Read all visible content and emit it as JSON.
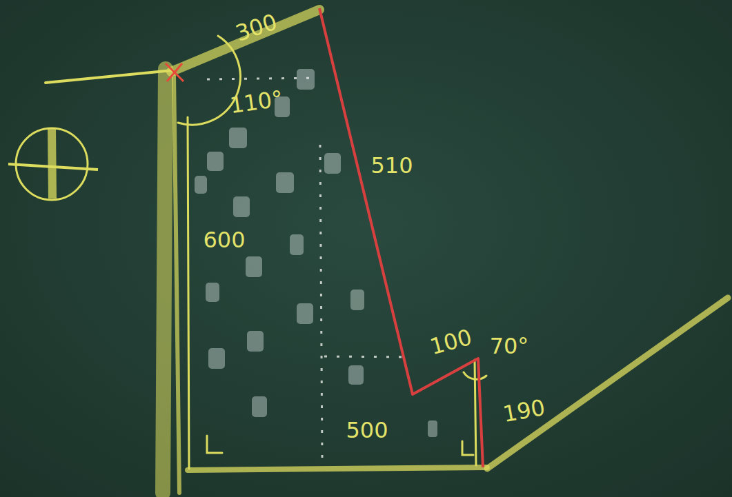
{
  "diagram": {
    "labels": [
      "300",
      "110°",
      "510",
      "600",
      "100",
      "70°",
      "190",
      "500"
    ]
  }
}
